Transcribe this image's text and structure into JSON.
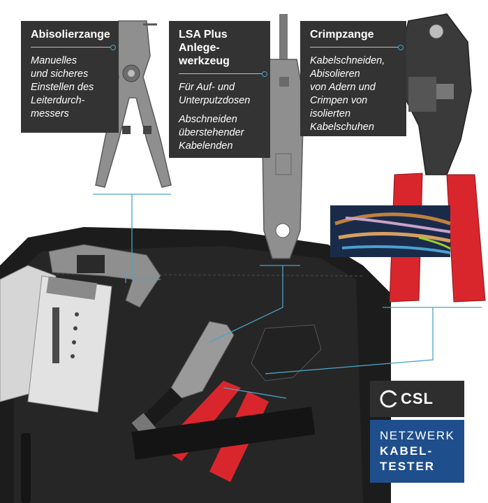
{
  "colors": {
    "panel_background": "#333333",
    "panel_text": "#ffffff",
    "connector_line": "#4aa3c8",
    "handle_red": "#d9262c",
    "tool_grey": "#8a8a8a",
    "case_black": "#1c1c1c",
    "brand_blue": "#1f4e8c"
  },
  "callouts": [
    {
      "title": "Abisolierzange",
      "paragraphs": [
        "Manuelles\nund sicheres\nEinstellen des\nLeiterdurch-\nmessers"
      ]
    },
    {
      "title": "LSA Plus\nAnlege-\nwerkzeug",
      "paragraphs": [
        "Für Auf- und\nUnterputzdosen",
        "Abschneiden\nüberstehender\nKabelenden"
      ]
    },
    {
      "title": "Crimpzange",
      "paragraphs": [
        "Kabelschneiden,\nAbisolieren\nvon Adern und\nCrimpen von\nisolierten\nKabelschuhen"
      ]
    }
  ],
  "brand": {
    "logo_text": "CSL",
    "product_line1": "NETZWERK",
    "product_line2": "KABEL-",
    "product_line3": "TESTER"
  },
  "icons": {
    "stripper": "wire-stripper-icon",
    "punchdown": "punch-down-tool-icon",
    "crimper": "crimping-tool-icon",
    "cable": "network-cable-icon",
    "tester": "cable-tester-icon"
  }
}
